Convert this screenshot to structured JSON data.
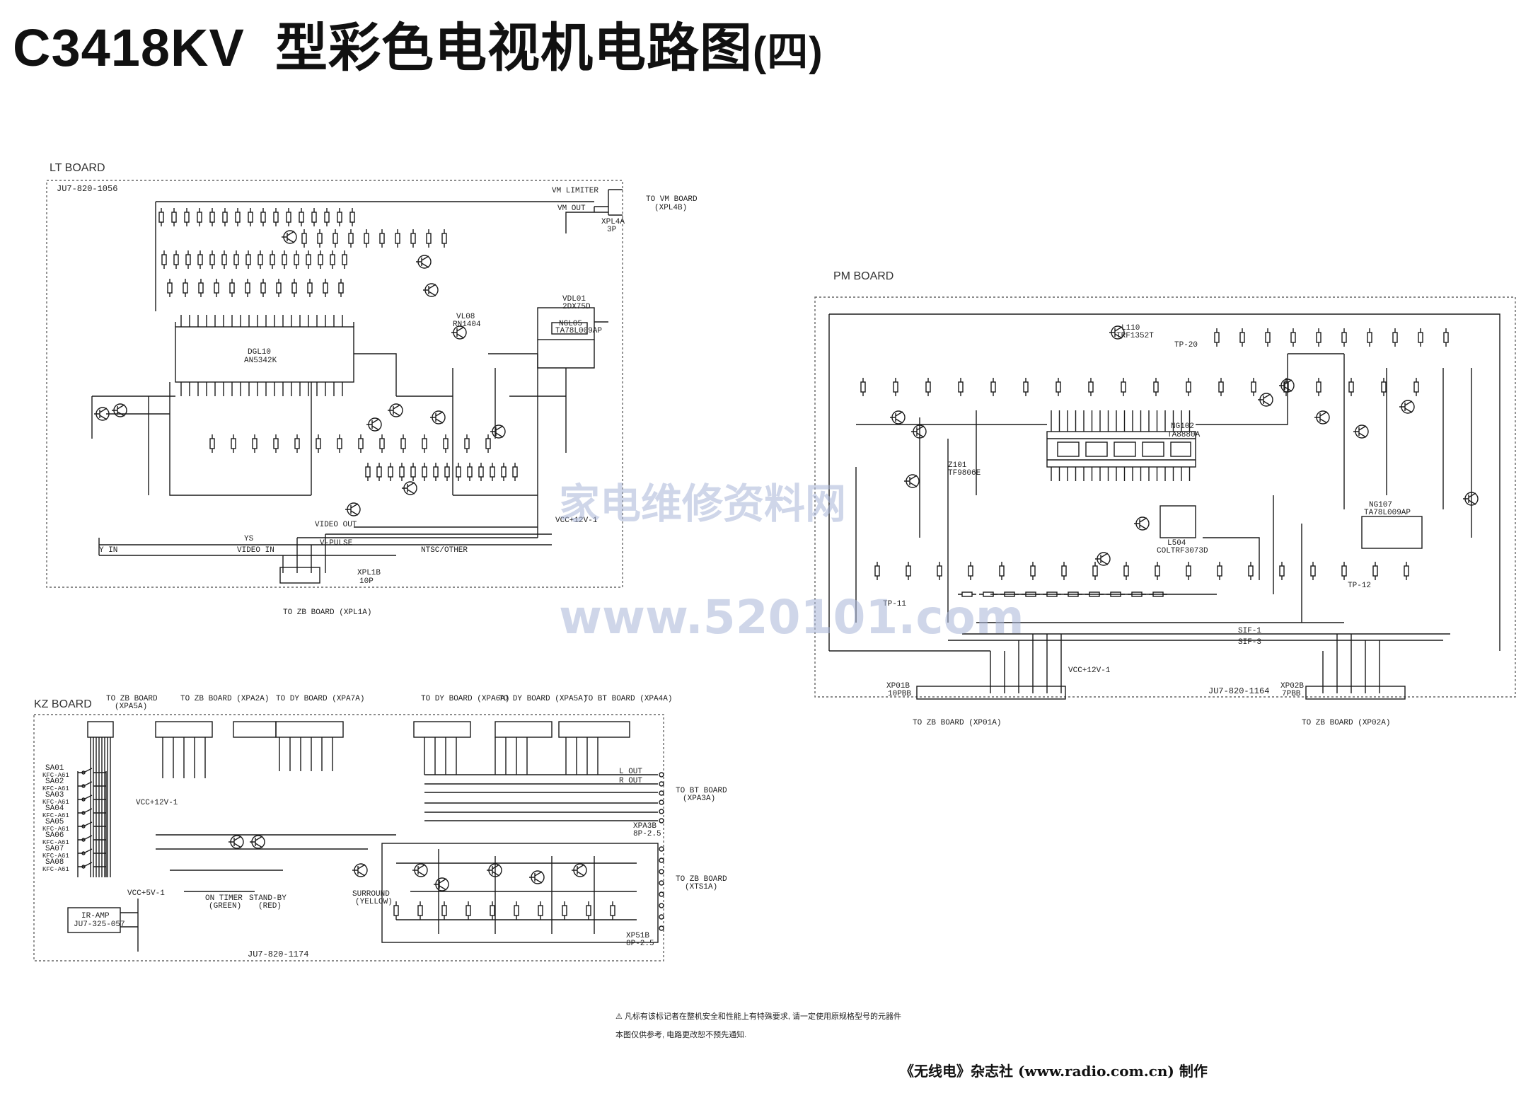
{
  "title": {
    "model": "C3418KV",
    "text": "型彩色电视机电路图",
    "part": "(四)"
  },
  "boards": {
    "lt": {
      "name": "LT BOARD",
      "code": "JU7-820-1056",
      "ic": "DGL10",
      "ic_part": "AN5342K"
    },
    "pm": {
      "name": "PM BOARD",
      "code": "JU7-820-1164",
      "ic": "NG102",
      "ic_part": "TA8880A"
    },
    "kz": {
      "name": "KZ BOARD",
      "code": "JU7-820-1174"
    }
  },
  "lt_labels": {
    "vm_limiter": "VM LIMITER",
    "vm_out": "VM OUT",
    "to_vm": "TO VM BOARD",
    "xpl4b": "(XPL4B)",
    "xpl4a": "XPL4A",
    "xpl4a_pins": "3P",
    "video_out": "VIDEO OUT",
    "ys": "YS",
    "y_in": "Y IN",
    "video_in": "VIDEO IN",
    "v_pulse": "V-PULSE",
    "ntsc_other": "NTSC/OTHER",
    "vcc12": "VCC+12V-1",
    "xpl1b": "XPL1B",
    "xpl1b_pins": "10P",
    "to_zb": "TO ZB BOARD (XPL1A)",
    "vdl01": "VDL01",
    "vdl01_part": "2DX75D",
    "ngl05": "NGL05",
    "ngl05_part": "TA78L009AP",
    "vl08": "VL08",
    "vl08_part": "RN1404"
  },
  "pm_labels": {
    "l110": "L110",
    "l110_part": "TRF1352T",
    "tp20": "TP-20",
    "tp11": "TP-11",
    "tp12": "TP-12",
    "sif1": "SIF-1",
    "sif3": "SIF-3",
    "vcc12": "VCC+12V-1",
    "xp01b": "XP01B",
    "xp01b_pins": "10PBB",
    "to_zb1": "TO ZB BOARD (XP01A)",
    "xp02b": "XP02B",
    "xp02b_pins": "7PBB",
    "to_zb2": "TO ZB BOARD (XP02A)",
    "ng107": "NG107",
    "ng107_part": "TA78L009AP",
    "l504": "L504",
    "l504_part": "COLTRF3073D",
    "z101": "Z101",
    "z101_part": "TF9806E"
  },
  "kz_labels": {
    "to_zb_a": "TO ZB BOARD",
    "xpa5a": "(XPA5A)",
    "xpa2a": "TO ZB BOARD (XPA2A)",
    "to_dy": "TO DY BOARD (XPA7A)",
    "to_dy2": "TO DY BOARD (XPA6A)",
    "to_dy3": "TO DY BOARD (XPA5A)",
    "to_bt": "TO BT BOARD (XPA4A)",
    "to_bt2": "TO BT BOARD",
    "xpa3a": "(XPA3A)",
    "to_zb_b": "TO ZB BOARD",
    "xts1a": "(XTS1A)",
    "xpa3b": "XPA3B",
    "xpa3b_pins": "8P-2.5",
    "xp51b": "XP51B",
    "xp51b_pins": "8P-2.5",
    "ir_amp": "IR-AMP",
    "ir_code": "JU7-325-057",
    "vcc5": "VCC+5V-1",
    "vcc12": "VCC+12V-1",
    "on_timer": "ON TIMER",
    "standby": "STAND-BY",
    "red": "(RED)",
    "green": "(GREEN)",
    "surround": "SURROUND",
    "yellow": "(YELLOW)",
    "l_out": "L OUT",
    "r_out": "R OUT",
    "switches": [
      "SA01",
      "SA02",
      "SA03",
      "SA04",
      "SA05",
      "SA06",
      "SA07",
      "SA08"
    ],
    "switch_part": "KFC-A61"
  },
  "watermark": {
    "cn": "家电维修资料网",
    "url": "www.520101.com"
  },
  "notes": {
    "line1": "⚠ 凡标有该标记者在整机安全和性能上有特殊要求, 请一定使用原规格型号的元器件",
    "line2": "本图仅供参考, 电路更改恕不预先通知."
  },
  "footer": "《无线电》杂志社 (www.radio.com.cn) 制作"
}
